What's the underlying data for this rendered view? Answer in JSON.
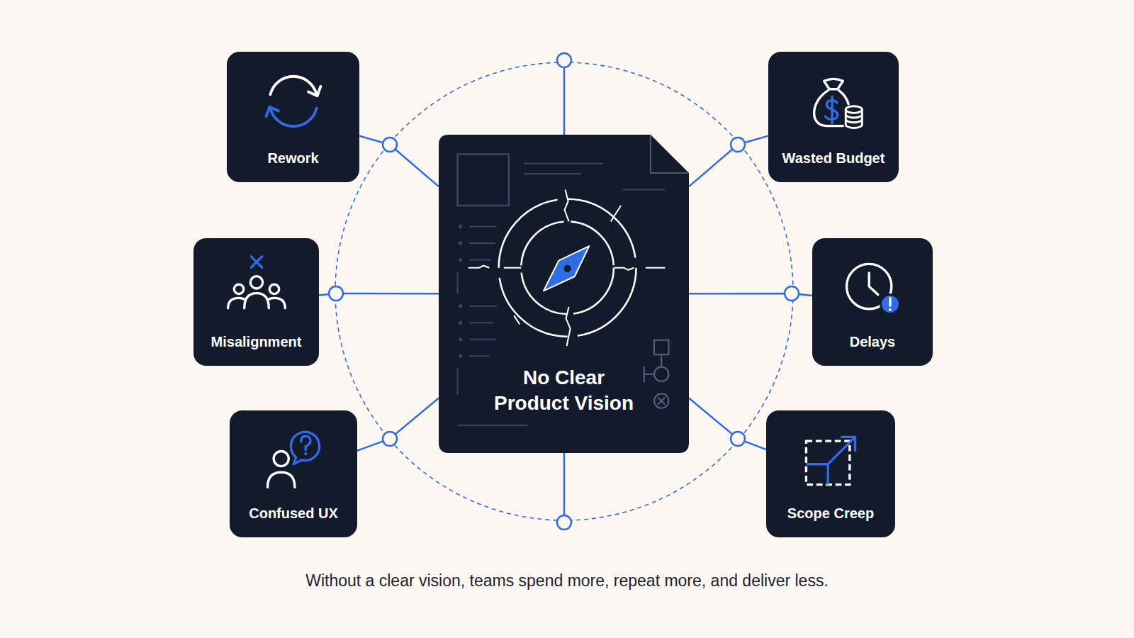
{
  "diagram": {
    "caption": "Without a clear vision, teams spend more, repeat more, and deliver less.",
    "nodes": [
      {
        "text": [
          "Rework"
        ]
      },
      {
        "text": [
          "Wasted Budget"
        ]
      },
      {
        "text": [
          "Misalignment"
        ]
      },
      {
        "text": [
          "No Clear Product Vision"
        ]
      },
      {
        "text": [
          "Delays"
        ]
      },
      {
        "text": [
          "Confused UX"
        ]
      },
      {
        "text": [
          "Scope Creep"
        ]
      }
    ],
    "edges": [
      {
        "from": 3,
        "to": 0,
        "arrow": "none"
      },
      {
        "from": 3,
        "to": 1,
        "arrow": "none"
      },
      {
        "from": 3,
        "to": 2,
        "arrow": "none"
      },
      {
        "from": 3,
        "to": 4,
        "arrow": "none"
      },
      {
        "from": 3,
        "to": 5,
        "arrow": "none"
      },
      {
        "from": 3,
        "to": 6,
        "arrow": "none"
      }
    ]
  }
}
